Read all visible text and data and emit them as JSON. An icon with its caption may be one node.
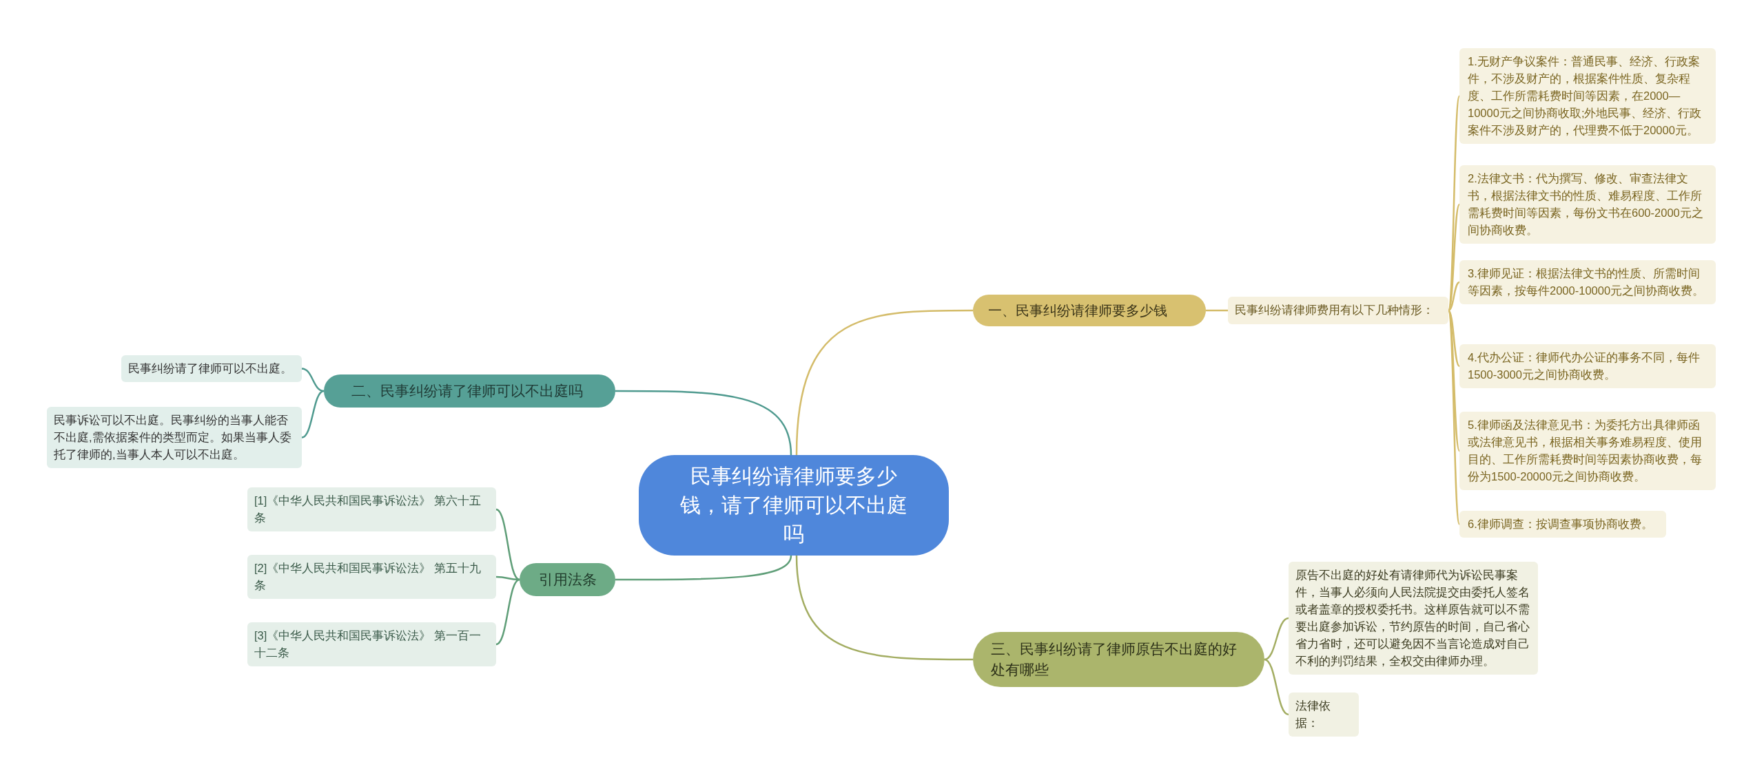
{
  "diagram": {
    "nodes": [
      {
        "text": [
          "民事纠纷请律师要多少钱，请了律师可以不出庭吗"
        ]
      },
      {
        "text": [
          "一、民事纠纷请律师要多少钱"
        ]
      },
      {
        "text": [
          "民事纠纷请律师费用有以下几种情形："
        ]
      },
      {
        "text": [
          "1.无财产争议案件：普通民事、经济、行政案件，不涉及财产的，根据案件性质、复杂程度、工作所需耗费时间等因素，在2000—10000元之间协商收取;外地民事、经济、行政案件不涉及财产的，代理费不低于20000元。"
        ]
      },
      {
        "text": [
          "2.法律文书：代为撰写、修改、审查法律文书，根据法律文书的性质、难易程度、工作所需耗费时间等因素，每份文书在600-2000元之间协商收费。"
        ]
      },
      {
        "text": [
          "3.律师见证：根据法律文书的性质、所需时间等因素，按每件2000-10000元之间协商收费。"
        ]
      },
      {
        "text": [
          "4.代办公证：律师代办公证的事务不同，每件1500-3000元之间协商收费。"
        ]
      },
      {
        "text": [
          "5.律师函及法律意见书：为委托方出具律师函或法律意见书，根据相关事务难易程度、使用目的、工作所需耗费时间等因素协商收费，每份为1500-20000元之间协商收费。"
        ]
      },
      {
        "text": [
          "6.律师调查：按调查事项协商收费。"
        ]
      },
      {
        "text": [
          "二、民事纠纷请了律师可以不出庭吗"
        ]
      },
      {
        "text": [
          "民事纠纷请了律师可以不出庭。"
        ]
      },
      {
        "text": [
          "民事诉讼可以不出庭。民事纠纷的当事人能否不出庭,需依据案件的类型而定。如果当事人委托了律师的,当事人本人可以不出庭。"
        ]
      },
      {
        "text": [
          "引用法条"
        ]
      },
      {
        "text": [
          "[1]《中华人民共和国民事诉讼法》 第六十五条"
        ]
      },
      {
        "text": [
          "[2]《中华人民共和国民事诉讼法》 第五十九条"
        ]
      },
      {
        "text": [
          "[3]《中华人民共和国民事诉讼法》 第一百一十二条"
        ]
      },
      {
        "text": [
          "三、民事纠纷请了律师原告不出庭的好处有哪些"
        ]
      },
      {
        "text": [
          "原告不出庭的好处有请律师代为诉讼民事案件，当事人必须向人民法院提交由委托人签名或者盖章的授权委托书。这样原告就可以不需要出庭参加诉讼，节约原告的时间，自己省心省力省时，还可以避免因不当言论造成对自己不利的判罚结果，全权交由律师办理。"
        ]
      },
      {
        "text": [
          "法律依据："
        ]
      }
    ],
    "edges": [
      {
        "from": 0,
        "to": 1,
        "arrow": "none",
        "color": "#d4bc6a"
      },
      {
        "from": 0,
        "to": 9,
        "arrow": "none",
        "color": "#4f9a8f"
      },
      {
        "from": 0,
        "to": 12,
        "arrow": "none",
        "color": "#5f9e78"
      },
      {
        "from": 0,
        "to": 16,
        "arrow": "none",
        "color": "#a3ad62"
      },
      {
        "from": 1,
        "to": 2,
        "arrow": "none",
        "color": "#d4bc6a"
      },
      {
        "from": 2,
        "to": 3,
        "arrow": "none",
        "color": "#d4bc6a"
      },
      {
        "from": 2,
        "to": 4,
        "arrow": "none",
        "color": "#d4bc6a"
      },
      {
        "from": 2,
        "to": 5,
        "arrow": "none",
        "color": "#d4bc6a"
      },
      {
        "from": 2,
        "to": 6,
        "arrow": "none",
        "color": "#d4bc6a"
      },
      {
        "from": 2,
        "to": 7,
        "arrow": "none",
        "color": "#d4bc6a"
      },
      {
        "from": 2,
        "to": 8,
        "arrow": "none",
        "color": "#d4bc6a"
      },
      {
        "from": 9,
        "to": 10,
        "arrow": "none",
        "color": "#4f9a8f"
      },
      {
        "from": 9,
        "to": 11,
        "arrow": "none",
        "color": "#4f9a8f"
      },
      {
        "from": 12,
        "to": 13,
        "arrow": "none",
        "color": "#5f9e78"
      },
      {
        "from": 12,
        "to": 14,
        "arrow": "none",
        "color": "#5f9e78"
      },
      {
        "from": 12,
        "to": 15,
        "arrow": "none",
        "color": "#5f9e78"
      },
      {
        "from": 16,
        "to": 17,
        "arrow": "none",
        "color": "#a3ad62"
      },
      {
        "from": 16,
        "to": 18,
        "arrow": "none",
        "color": "#a3ad62"
      }
    ]
  }
}
